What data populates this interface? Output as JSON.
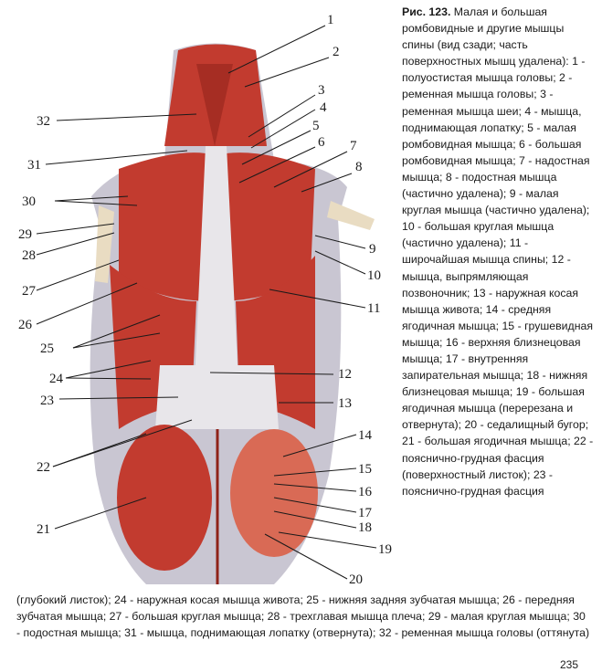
{
  "figure": {
    "number_label": "Рис. 123.",
    "callouts": [
      "1",
      "2",
      "3",
      "4",
      "5",
      "6",
      "7",
      "8",
      "9",
      "10",
      "11",
      "12",
      "13",
      "14",
      "15",
      "16",
      "17",
      "18",
      "19",
      "20",
      "21",
      "22",
      "23",
      "24",
      "25",
      "26",
      "27",
      "28",
      "29",
      "30",
      "31",
      "32"
    ],
    "colors": {
      "muscle": "#c23b2f",
      "muscle_dark": "#8f2219",
      "muscle_light": "#d96a55",
      "fascia": "#e8e6ea",
      "bone": "#e9dcc2",
      "skin": "#c9c6d2"
    }
  },
  "caption": {
    "lead": "Малая и большая ромбовидные и другие мышцы спины (вид сзади; часть поверхностных мышц удалена): 1 - полуостистая мышца головы; 2 - ременная мышца головы; 3 - ременная мышца шеи; 4 - мышца, поднимающая лопатку; 5 - малая ромбовидная мышца; 6 - большая ромбовидная мышца; 7 - надостная мышца; 8 - подостная мышца (частично удалена); 9 - малая круглая мышца (частично удалена); 10 - большая круглая мышца (частично удалена); 11 - широчайшая мышца спины; 12 - мышца, выпрямляющая позвоночник; 13 - наружная косая мышца живота; 14 - средняя ягодичная мышца; 15 - грушевидная мышца; 16 - верхняя близнецовая мышца; 17 - внутренняя запирательная мышца; 18 - нижняя близнецовая мышца; 19 - большая ягодичная мышца (перерезана и отвернута); 20 - седалищный бугор; 21 - большая ягодичная мышца; 22 - пояснично-грудная фасция (поверхностный листок); 23 - пояснично-грудная фасция",
    "continuation": "(глубокий листок); 24 - наружная косая мышца живота; 25 - нижняя задняя зубчатая мышца; 26 - передняя зубчатая мышца; 27 - большая круглая мышца; 28 - трехглавая мышца плеча; 29 - малая круглая мышца; 30 - подостная мышца; 31 - мышца, поднимающая лопатку (отвернута); 32 - ременная мышца головы (оттянута)"
  },
  "page_number": "235"
}
